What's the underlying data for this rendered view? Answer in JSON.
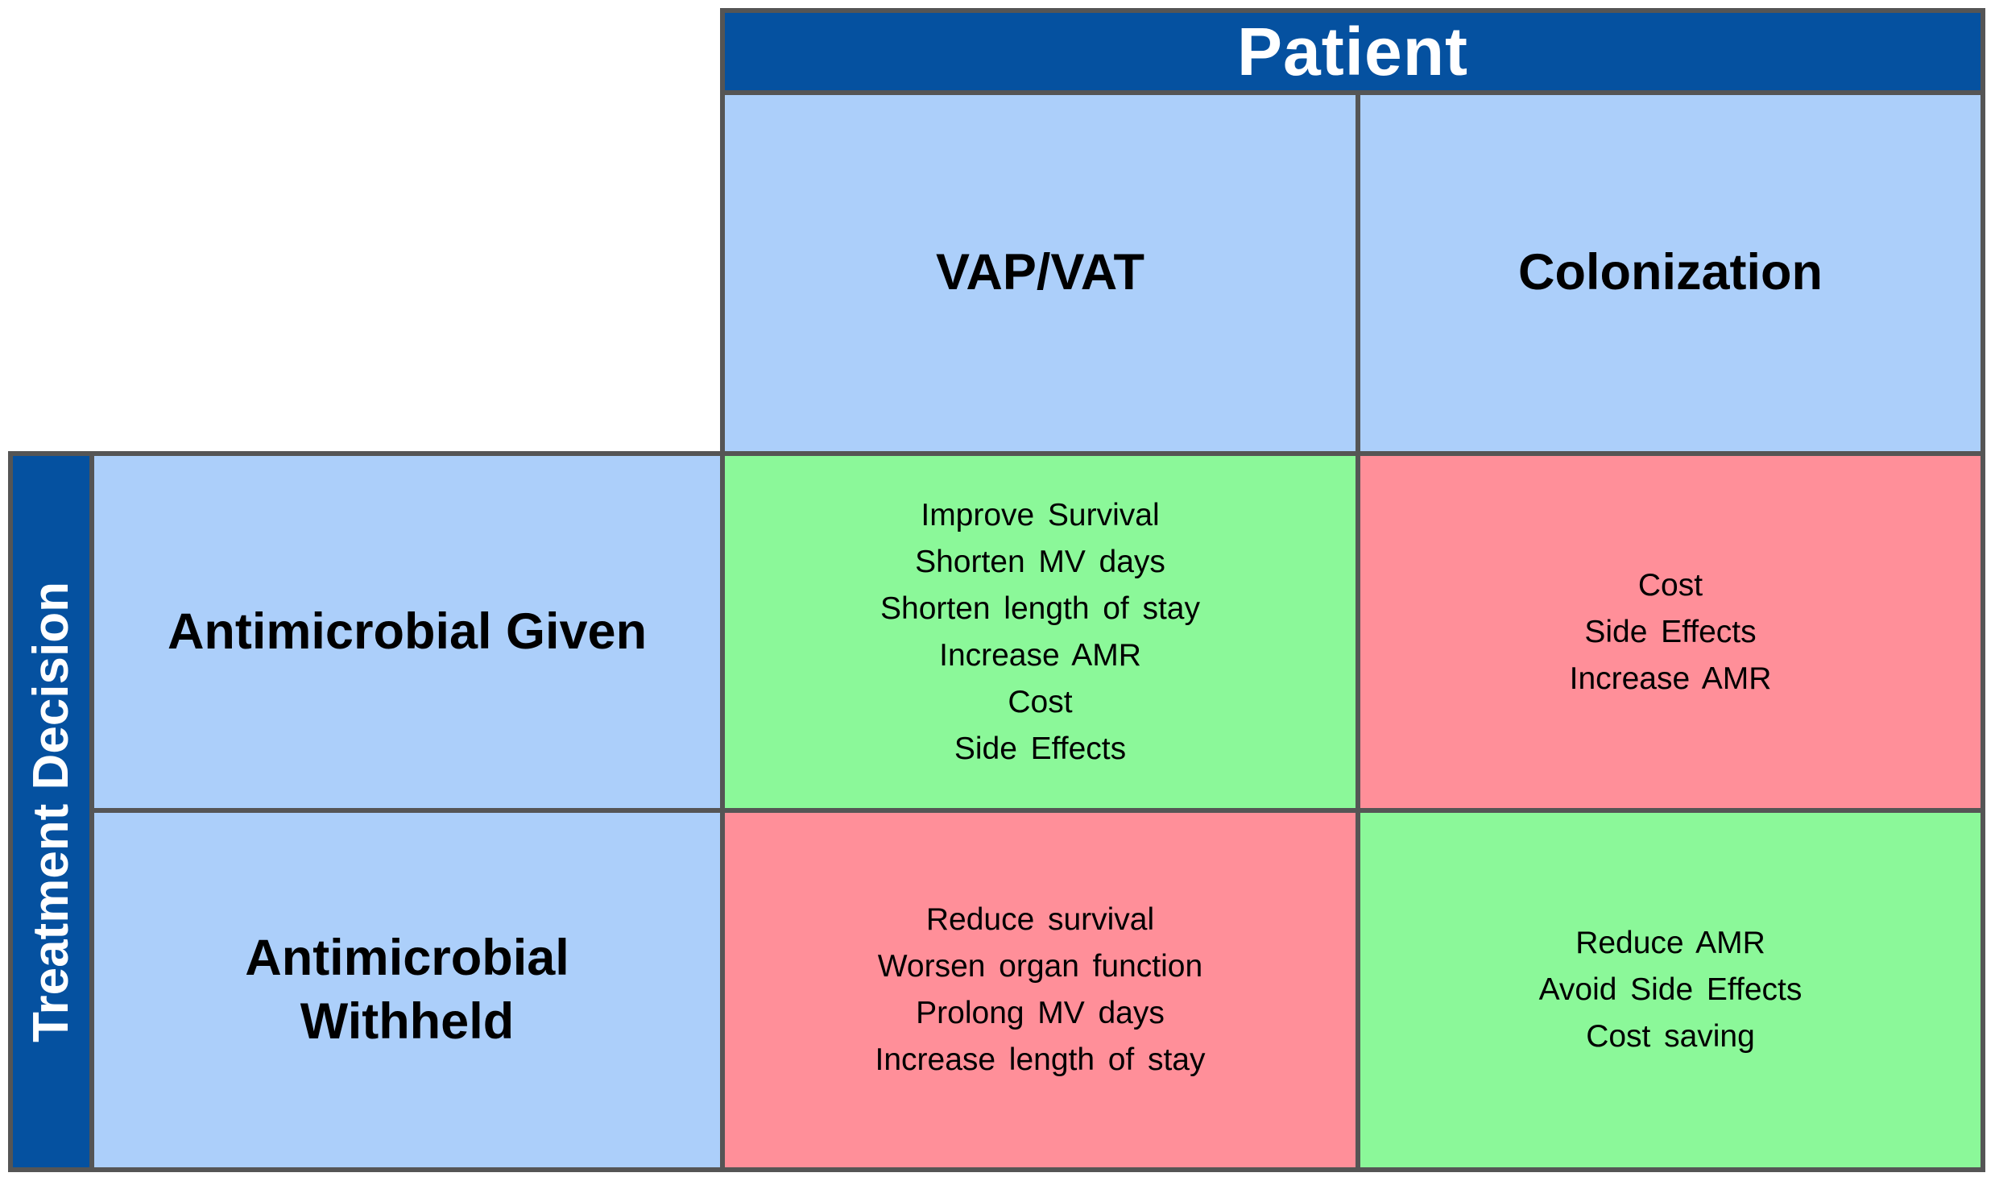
{
  "figure": {
    "patient_axis_label": "Patient",
    "treatment_axis_label": "Treatment Decision",
    "columns": {
      "vap": "VAP/VAT",
      "colonization": "Colonization"
    },
    "rows": {
      "given": {
        "lines": [
          "Antimicrobial Given"
        ]
      },
      "withheld": {
        "lines": [
          "Antimicrobial",
          "Withheld"
        ]
      }
    },
    "cells": {
      "given_vap": {
        "tone": "positive",
        "lines": [
          "Improve Survival",
          "Shorten MV days",
          "Shorten length of stay",
          "Increase AMR",
          "Cost",
          "Side Effects"
        ]
      },
      "given_colonization": {
        "tone": "negative",
        "lines": [
          "Cost",
          "Side Effects",
          "Increase AMR"
        ]
      },
      "withheld_vap": {
        "tone": "negative",
        "lines": [
          "Reduce survival",
          "Worsen organ function",
          "Prolong MV days",
          "Increase length of stay"
        ]
      },
      "withheld_colonization": {
        "tone": "positive",
        "lines": [
          "Reduce AMR",
          "Avoid Side Effects",
          "Cost saving"
        ]
      }
    },
    "colors": {
      "axis_header_dark_blue": "#0551A0",
      "header_light_blue": "#ACCFFA",
      "positive_green": "#8BF899",
      "negative_red": "#FF8F99",
      "grid_border_gray": "#555555",
      "axis_text_white": "#FFFFFF",
      "body_text_black": "#000000"
    }
  }
}
